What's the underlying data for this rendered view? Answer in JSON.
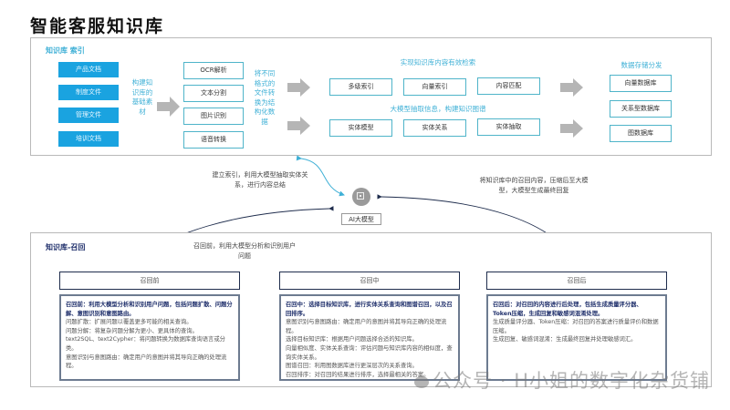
{
  "title": "智能客服知识库",
  "index_section": {
    "label": "知识库 索引",
    "sources": [
      "产品文档",
      "制度文件",
      "管理文件",
      "培训文档"
    ],
    "sources_caption": "构建知识库的基础素材",
    "processing": [
      "OCR解析",
      "文本分割",
      "图片识别",
      "语音转换"
    ],
    "processing_caption": "将不同格式的文件转换为结构化数据",
    "retrieval_caption": "实现知识库内容有效检索",
    "retrieval": [
      "多级索引",
      "向量索引",
      "内容匹配"
    ],
    "graph_caption": "大模型抽取信息，构建知识图谱",
    "graph": [
      "实体模型",
      "实体关系",
      "实体抽取"
    ],
    "storage_caption": "数据存储分发",
    "storage": [
      "向量数据库",
      "关系型数据库",
      "图数据库"
    ]
  },
  "ai": {
    "label": "AI大模型",
    "icon": "chip-icon",
    "note_left": "建立索引，利用大模型抽取实体关系，进行内容总结",
    "note_right": "将知识库中的召回内容，压缩后至大模型，大模型生成最终回复",
    "note_bottom": "召回前，利用大模型分析和识别用户问题"
  },
  "recall_section": {
    "label": "知识库-召回",
    "stages": [
      {
        "head": "召回前",
        "lead": "召回前：利用大模型分析和识别用户问题，包括问题扩散、问题分解、意图识别和意图路由。",
        "lines": [
          "问题扩散：扩展问题以覆盖更多可能的相关查询。",
          "问题分解：将复杂问题分解为更小、更具体的查询。",
          "text2SQL、text2Cypher：将问题转换为数据库查询语言或分类。",
          "意图识别与意图路由：确定用户的意图并将其导向正确的处理流程。"
        ]
      },
      {
        "head": "召回中",
        "lead": "召回中：选择目标知识库，进行实体关系查询和图谱召回，以及召回排序。",
        "lines": [
          "意图识别与意图路由：确定用户的意图并将其导向正确的处理流程。",
          "选择目标知识库：根据用户问题选择合适的知识库。",
          "向量相似度、实体关系查询：评估问题与知识库内容的相似度，查询实体关系。",
          "图谱召回：利用图数据库进行更深层次的关系查询。",
          "召回排序：对召回的结果进行排序，选择最相关的答案。"
        ]
      },
      {
        "head": "召回后",
        "lead": "召回后：对召回的内容进行后处理，包括生成质量评分器、Token压缩，生成回复和敏感词混淆处理。",
        "lines": [
          "生成质量评分器、Token压缩：对召回的答案进行质量评价和数据压缩。",
          "生成回复、敏感词混淆：生成最终回复并处理敏感词汇。"
        ]
      }
    ]
  },
  "watermark": "公众号 · H小姐的数字化杂货铺",
  "colors": {
    "source_fill": "#1aa3e0",
    "accent_teal": "#4fb4c9",
    "caption_blue": "#3fb0d6",
    "navy": "#1f2d4d",
    "arrow_grey": "#b5b5b5"
  }
}
